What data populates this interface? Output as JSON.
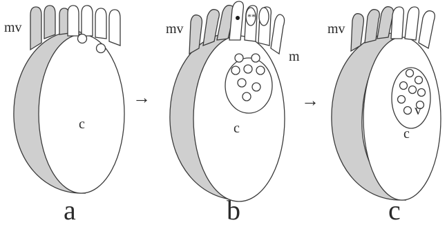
{
  "labels": {
    "microvilli": "mv",
    "cell": "c",
    "membrane": "m",
    "vacuole": "v",
    "asterisks": "**"
  },
  "stages": [
    {
      "caption": "a"
    },
    {
      "caption": "b"
    },
    {
      "caption": "c"
    }
  ],
  "arrows": [
    "→",
    "→"
  ],
  "colors": {
    "outline": "#3a3a3a",
    "shade": "#cfcfcf",
    "fill": "#ffffff"
  }
}
